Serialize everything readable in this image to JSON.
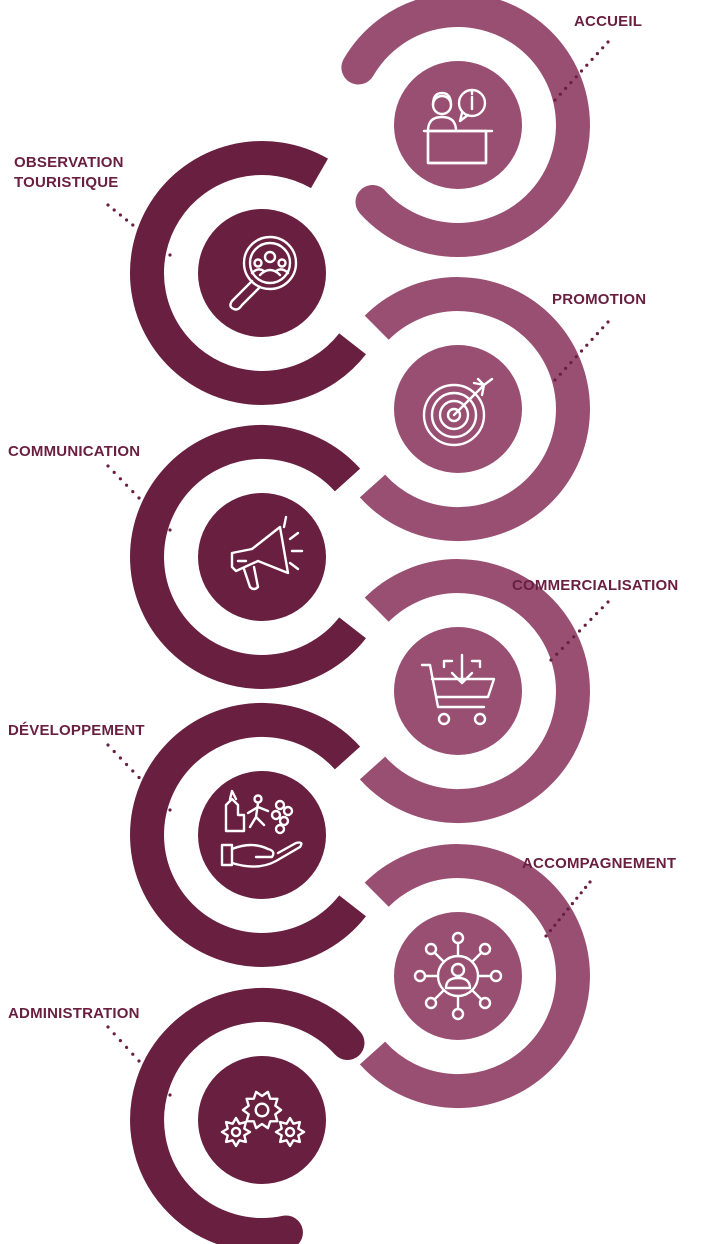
{
  "colors": {
    "light": "#994f72",
    "dark": "#691f3f",
    "label": "#691f3f",
    "icon_stroke": "#ffffff",
    "background": "#ffffff"
  },
  "steps": [
    {
      "label_lines": [
        "ACCUEIL"
      ],
      "icon": "reception-desk-info-icon",
      "tone": "light"
    },
    {
      "label_lines": [
        "OBSERVATION",
        "TOURISTIQUE"
      ],
      "icon": "magnifier-people-icon",
      "tone": "dark"
    },
    {
      "label_lines": [
        "PROMOTION"
      ],
      "icon": "target-arrow-icon",
      "tone": "light"
    },
    {
      "label_lines": [
        "COMMUNICATION"
      ],
      "icon": "megaphone-icon",
      "tone": "dark"
    },
    {
      "label_lines": [
        "COMMERCIALISATION"
      ],
      "icon": "shopping-cart-download-icon",
      "tone": "light"
    },
    {
      "label_lines": [
        "DÉVELOPPEMENT"
      ],
      "icon": "tourism-hand-icon",
      "tone": "dark"
    },
    {
      "label_lines": [
        "ACCOMPAGNEMENT"
      ],
      "icon": "network-person-icon",
      "tone": "light"
    },
    {
      "label_lines": [
        "ADMINISTRATION"
      ],
      "icon": "gears-icon",
      "tone": "dark"
    }
  ]
}
